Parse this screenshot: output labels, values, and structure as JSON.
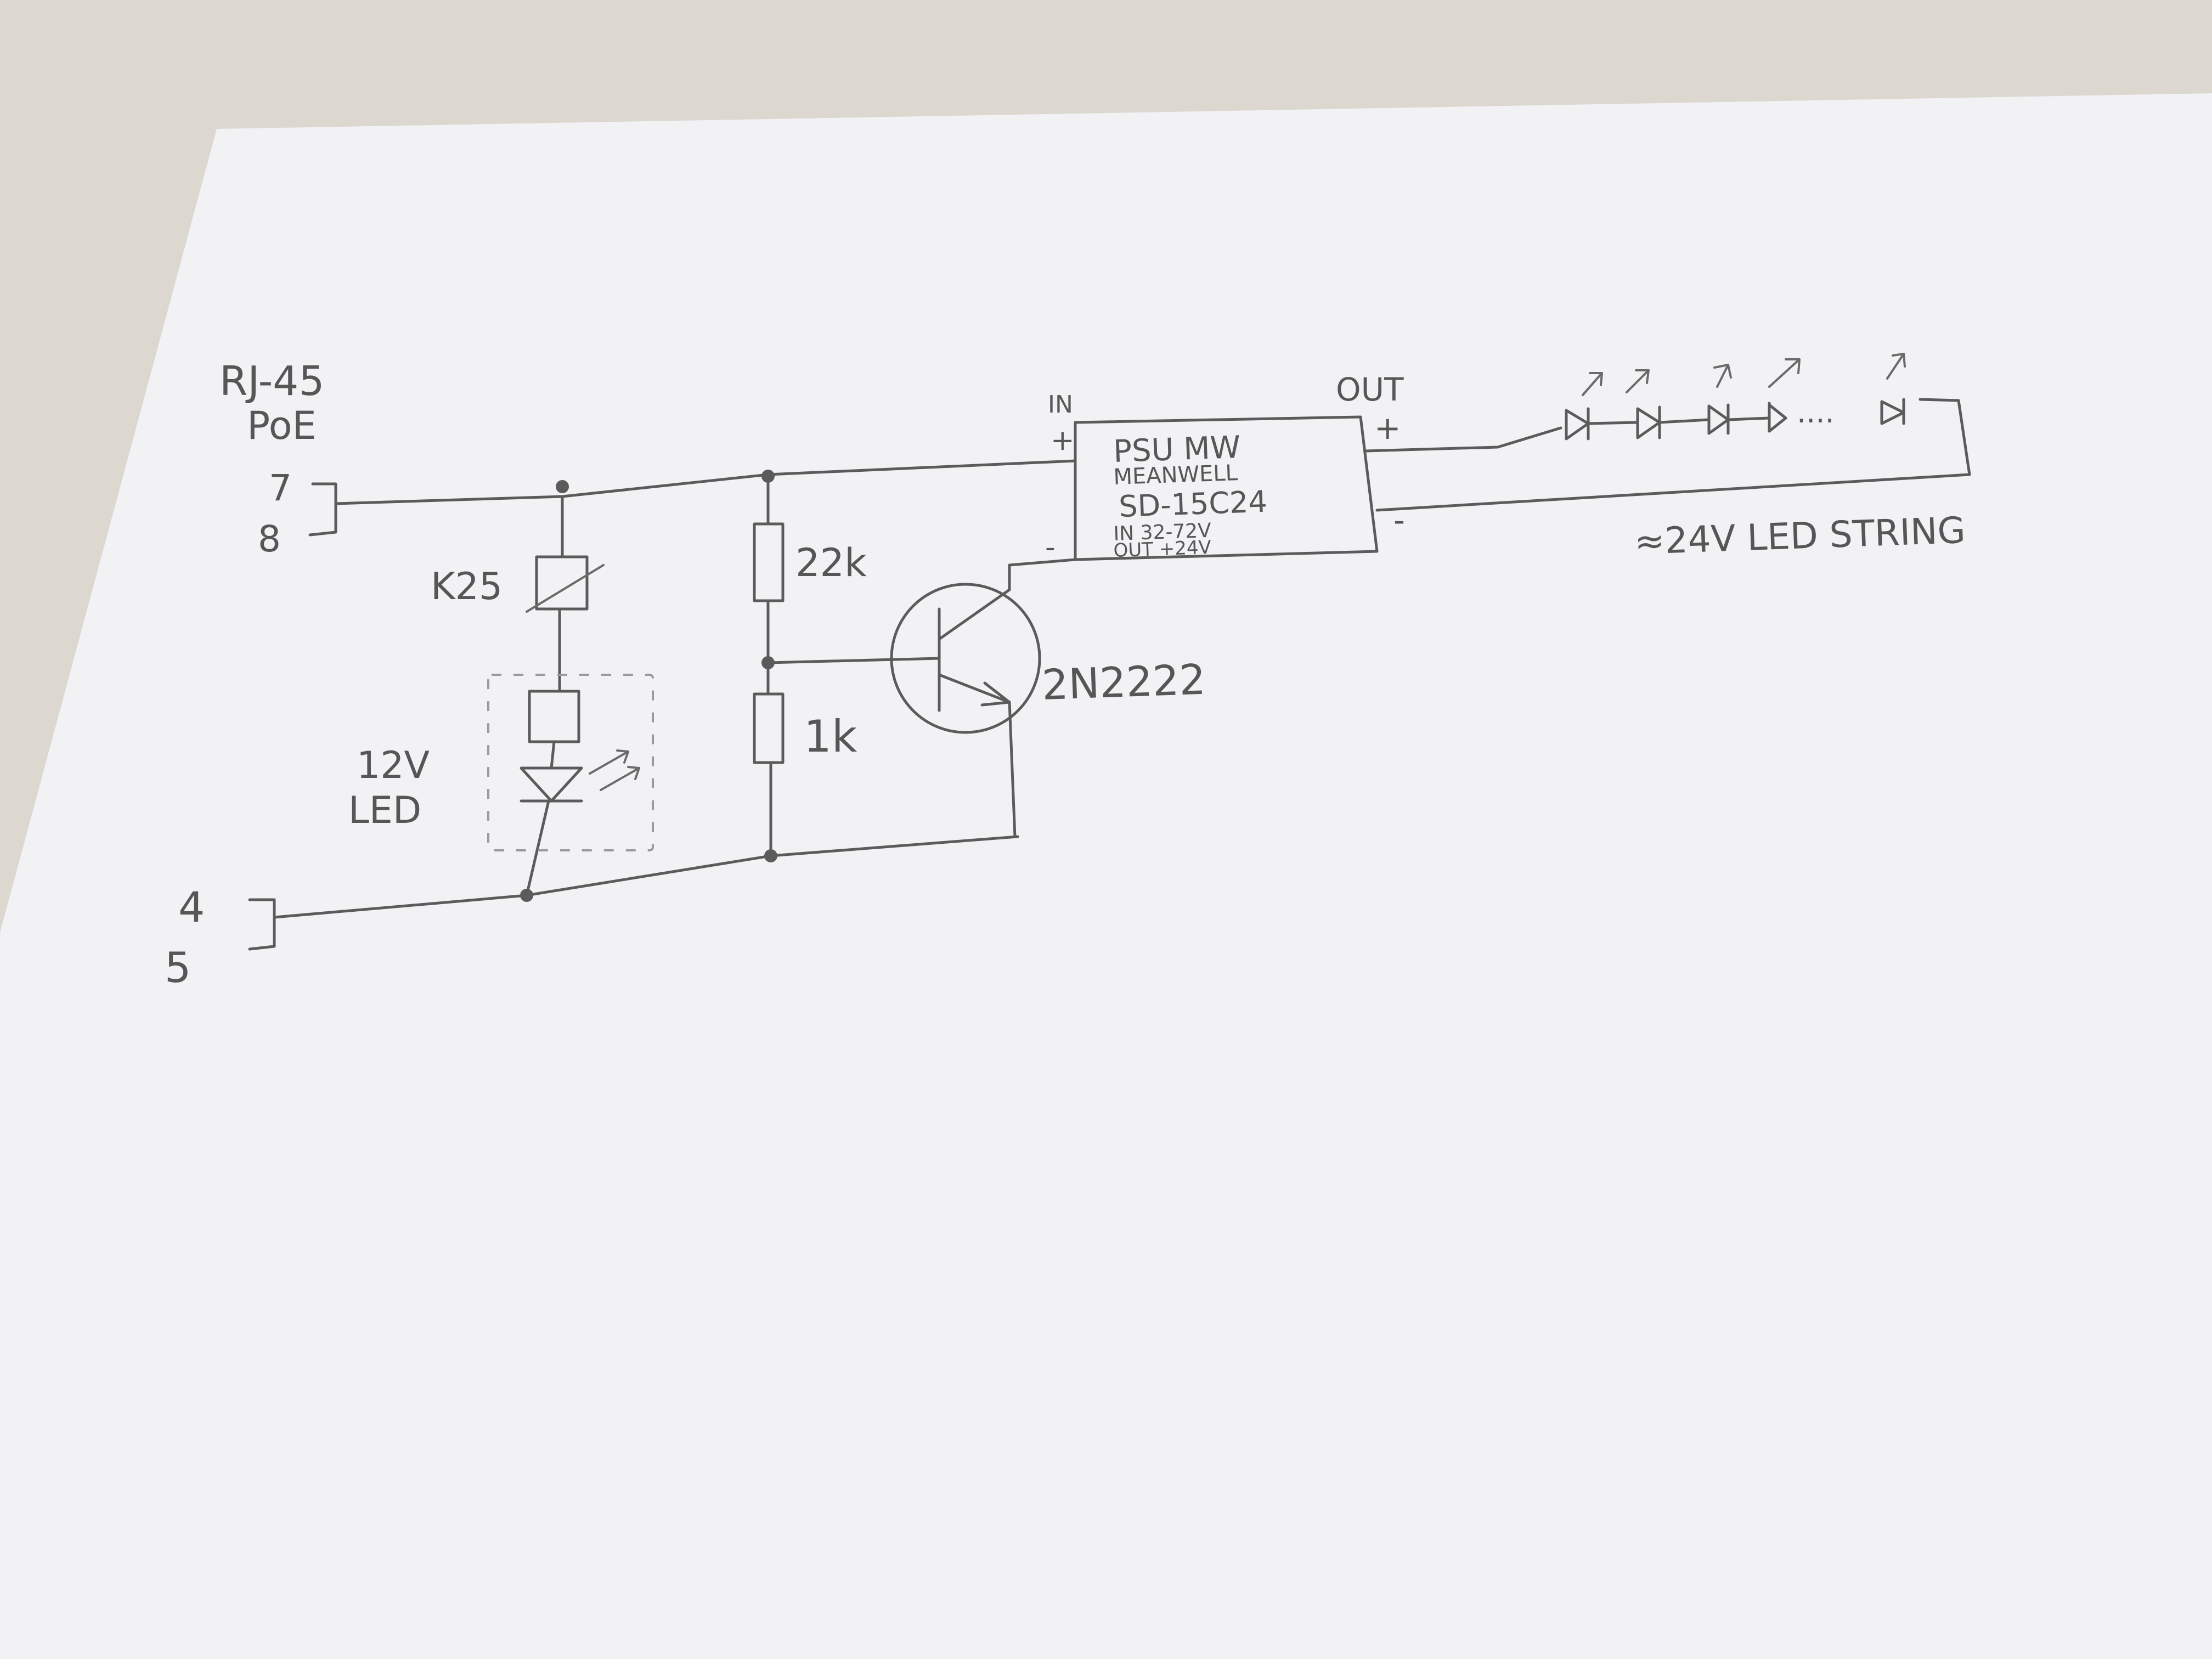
{
  "diagram": {
    "connector": {
      "title": "RJ-45",
      "subtitle": "PoE",
      "pins_top": [
        "7",
        "8"
      ],
      "pins_bottom": [
        "4",
        "5"
      ]
    },
    "relay": {
      "label": "K25"
    },
    "indicator": {
      "label_line1": "12V",
      "label_line2": "LED"
    },
    "resistors": {
      "top": "22k",
      "bottom": "1k"
    },
    "transistor": {
      "label": "2N2222"
    },
    "psu": {
      "in_label": "IN",
      "out_label": "OUT",
      "in_plus": "+",
      "in_minus": "-",
      "out_plus": "+",
      "out_minus": "-",
      "line1": "PSU  MW",
      "line2": "MEANWELL",
      "line3": "SD-15C24",
      "line4": "IN 32-72V",
      "line5": "OUT +24V"
    },
    "led_string": {
      "label": "≈24V  LED STRING",
      "ellipsis": "....",
      "count_drawn": 5
    }
  },
  "colors": {
    "paper": "#f4f4f7",
    "ink": "#5b5b5b",
    "background": "#e4e1dc"
  }
}
